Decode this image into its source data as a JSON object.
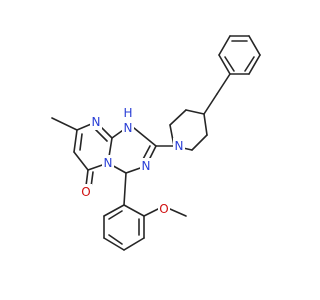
{
  "atoms": {
    "n_upper": "N",
    "n_nh": "N",
    "h_nh": "H",
    "n_methyl_side": "N",
    "n_lower_ring": "N",
    "n_bridge": "N",
    "o_carbonyl": "O",
    "o_methoxy": "O"
  },
  "colors": {
    "bond": "#262626",
    "nitrogen": "#2a3fd6",
    "oxygen": "#d01010",
    "background": "#ffffff"
  }
}
